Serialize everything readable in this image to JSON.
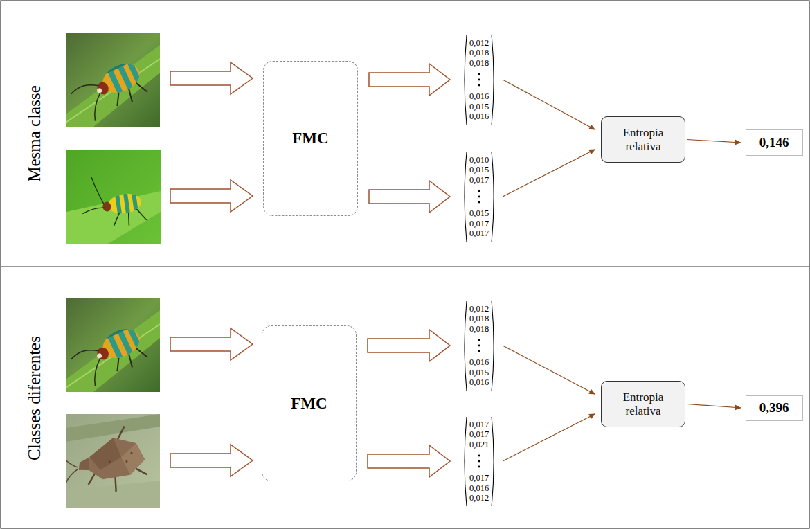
{
  "diagram": {
    "nodes": [
      {
        "text": [
          "Mesma classe"
        ]
      },
      {
        "text": [
          "FMC"
        ],
        "in": 0
      },
      {
        "text": [
          "0,012",
          "0,018",
          "0,018",
          "0,016",
          "0,015",
          "0,016"
        ],
        "in": 0
      },
      {
        "text": [
          "0,010",
          "0,015",
          "0,017",
          "0,015",
          "0,017",
          "0,017"
        ],
        "in": 0
      },
      {
        "text": [
          "Entropia relativa"
        ],
        "in": 0
      },
      {
        "text": [
          "0,146"
        ],
        "in": 0
      },
      {
        "text": [
          "Classes diferentes"
        ]
      },
      {
        "text": [
          "FMC"
        ],
        "in": 6
      },
      {
        "text": [
          "0,012",
          "0,018",
          "0,018",
          "0,016",
          "0,015",
          "0,016"
        ],
        "in": 6
      },
      {
        "text": [
          "0,017",
          "0,017",
          "0,021",
          "0,017",
          "0,016",
          "0,012"
        ],
        "in": 6
      },
      {
        "text": [
          "Entropia relativa"
        ],
        "in": 6
      },
      {
        "text": [
          "0,396"
        ],
        "in": 6
      }
    ],
    "edges": [
      {
        "from": 1,
        "to": 2,
        "arrow": "to"
      },
      {
        "from": 1,
        "to": 3,
        "arrow": "to"
      },
      {
        "from": 2,
        "to": 4,
        "arrow": "to"
      },
      {
        "from": 3,
        "to": 4,
        "arrow": "to"
      },
      {
        "from": 4,
        "to": 5,
        "arrow": "to"
      },
      {
        "from": 7,
        "to": 8,
        "arrow": "to"
      },
      {
        "from": 7,
        "to": 9,
        "arrow": "to"
      },
      {
        "from": 8,
        "to": 10,
        "arrow": "to"
      },
      {
        "from": 9,
        "to": 10,
        "arrow": "to"
      },
      {
        "from": 10,
        "to": 11,
        "arrow": "to"
      }
    ]
  }
}
